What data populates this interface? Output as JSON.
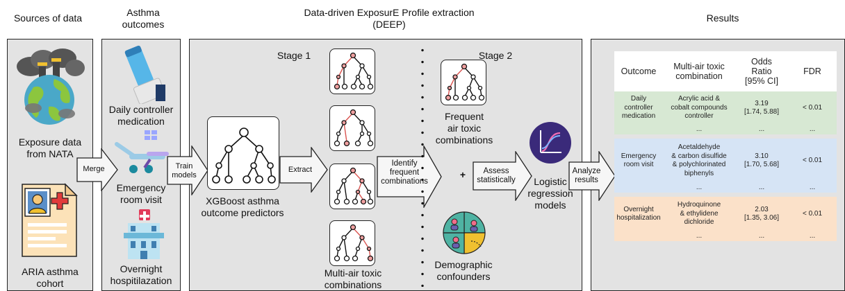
{
  "headers": {
    "sources": "Sources of data",
    "outcomes": "Asthma\noutcomes",
    "deep": "Data-driven ExposurE Profile extraction\n(DEEP)",
    "results": "Results"
  },
  "sources": {
    "exposure": "Exposure data\nfrom NATA",
    "cohort": "ARIA asthma\ncohort"
  },
  "outcomes": {
    "daily": "Daily controller\nmedication",
    "emergency": "Emergency\nroom visit",
    "overnight": "Overnight\nhospitilazation"
  },
  "arrows": {
    "merge": "Merge",
    "train": "Train\nmodels",
    "extract": "Extract",
    "identify": "Identify\nfrequent\ncombinations",
    "assess": "Assess\nstatistically",
    "analyze": "Analyze\nresults"
  },
  "deep": {
    "stage1": "Stage 1",
    "stage2": "Stage 2",
    "predictors": "XGBoost asthma\noutcome predictors",
    "multi": "Multi-air toxic\ncombinations",
    "frequent": "Frequent\nair toxic\ncombinations",
    "plus": "+",
    "demographic": "Demographic\nconfounders",
    "logistic": "Logistic\nregression\nmodels"
  },
  "table": {
    "headers": [
      "Outcome",
      "Multi-air toxic\ncombination",
      "Odds\nRatio\n[95% CI]",
      "FDR"
    ],
    "rows": [
      {
        "outcome": "Daily\ncontroller\nmedication",
        "combination": "Acrylic acid &\ncobalt compounds\ncontroller",
        "or": "3.19\n[1.74, 5.88]",
        "fdr": "< 0.01"
      },
      {
        "outcome": "Emergency\nroom visit",
        "combination": "Acetaldehyde\n& carbon disulfide\n& polychlorinated\nbiphenyls",
        "or": "3.10\n[1.70, 5.68]",
        "fdr": "< 0.01"
      },
      {
        "outcome": "Overnight\nhospitalization",
        "combination": "Hydroquinone\n& ethylidene\ndichloride",
        "or": "2.03\n[1.35, 3.06]",
        "fdr": "< 0.01"
      }
    ],
    "ellipsis": "..."
  },
  "icons": [
    "factory-earth-icon",
    "id-card-icon",
    "inhaler-icon",
    "ambulance-icon",
    "hospital-icon",
    "decision-tree-icon",
    "people-pie-icon",
    "logistic-curve-icon"
  ],
  "colors": {
    "panel": "#e3e3e3",
    "green_row": "#d7e8d3",
    "blue_row": "#d6e4f5",
    "orange_row": "#fbe1c9",
    "tree_red": "#d9534f"
  }
}
